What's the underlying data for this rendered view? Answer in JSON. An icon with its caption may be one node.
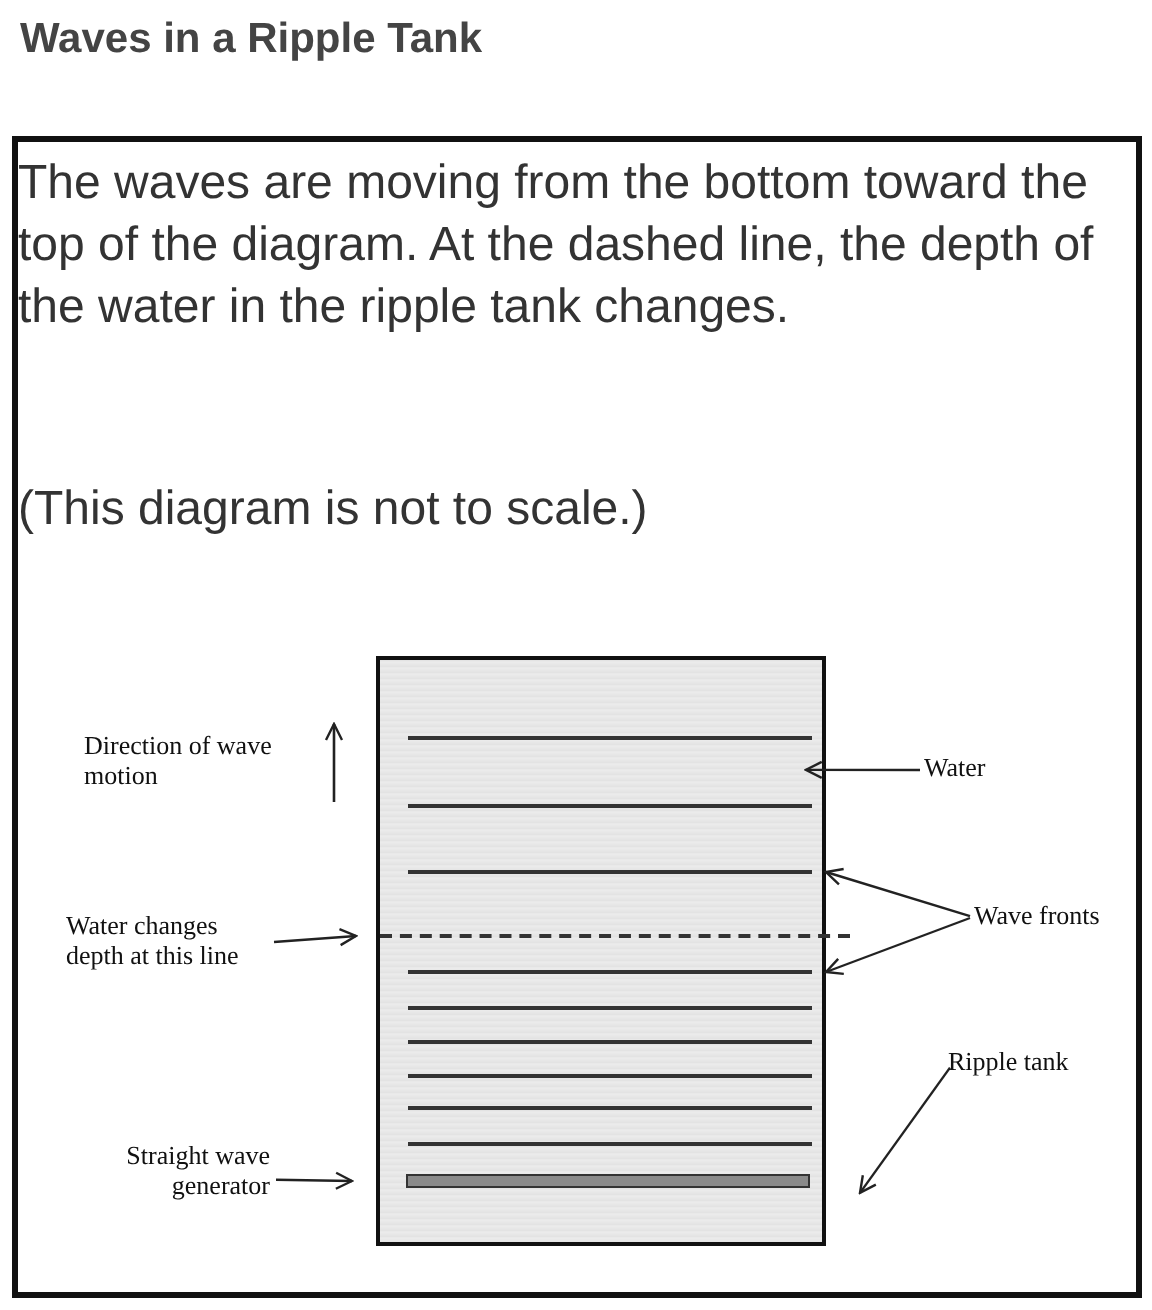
{
  "diagram": {
    "title": "Waves in a Ripple Tank",
    "nodes": [
      {
        "text": [
          "The waves are moving from the bottom toward the top of the diagram. At the dashed line, the depth of the water in the ripple tank changes.",
          "(This diagram is not to scale.)"
        ]
      },
      {
        "text": [],
        "shape": "box",
        "in": 0
      },
      {
        "text": [
          "Water"
        ],
        "in": 0
      },
      {
        "text": [
          "Wave fronts"
        ],
        "in": 0
      },
      {
        "text": [
          "Ripple tank"
        ],
        "in": 0
      },
      {
        "text": [
          "Water changes depth at this line"
        ],
        "in": 0
      },
      {
        "text": [
          "Straight wave generator"
        ],
        "in": 0
      },
      {
        "text": [],
        "shape": "line",
        "in": 1
      },
      {
        "text": [],
        "shape": "line",
        "in": 1
      },
      {
        "text": [],
        "shape": "line",
        "in": 1
      },
      {
        "text": [],
        "shape": "bar",
        "in": 1
      }
    ],
    "edges": [
      {
        "from": 2,
        "to": 1,
        "arrow": "to"
      },
      {
        "from": 3,
        "to": 7,
        "arrow": "to"
      },
      {
        "from": 3,
        "to": 9,
        "arrow": "to"
      },
      {
        "from": 4,
        "to": 1,
        "arrow": "to"
      },
      {
        "from": 5,
        "to": 8,
        "arrow": "to"
      },
      {
        "from": 6,
        "to": 10,
        "arrow": "to"
      }
    ],
    "labels": [
      "Direction of wave motion"
    ]
  }
}
